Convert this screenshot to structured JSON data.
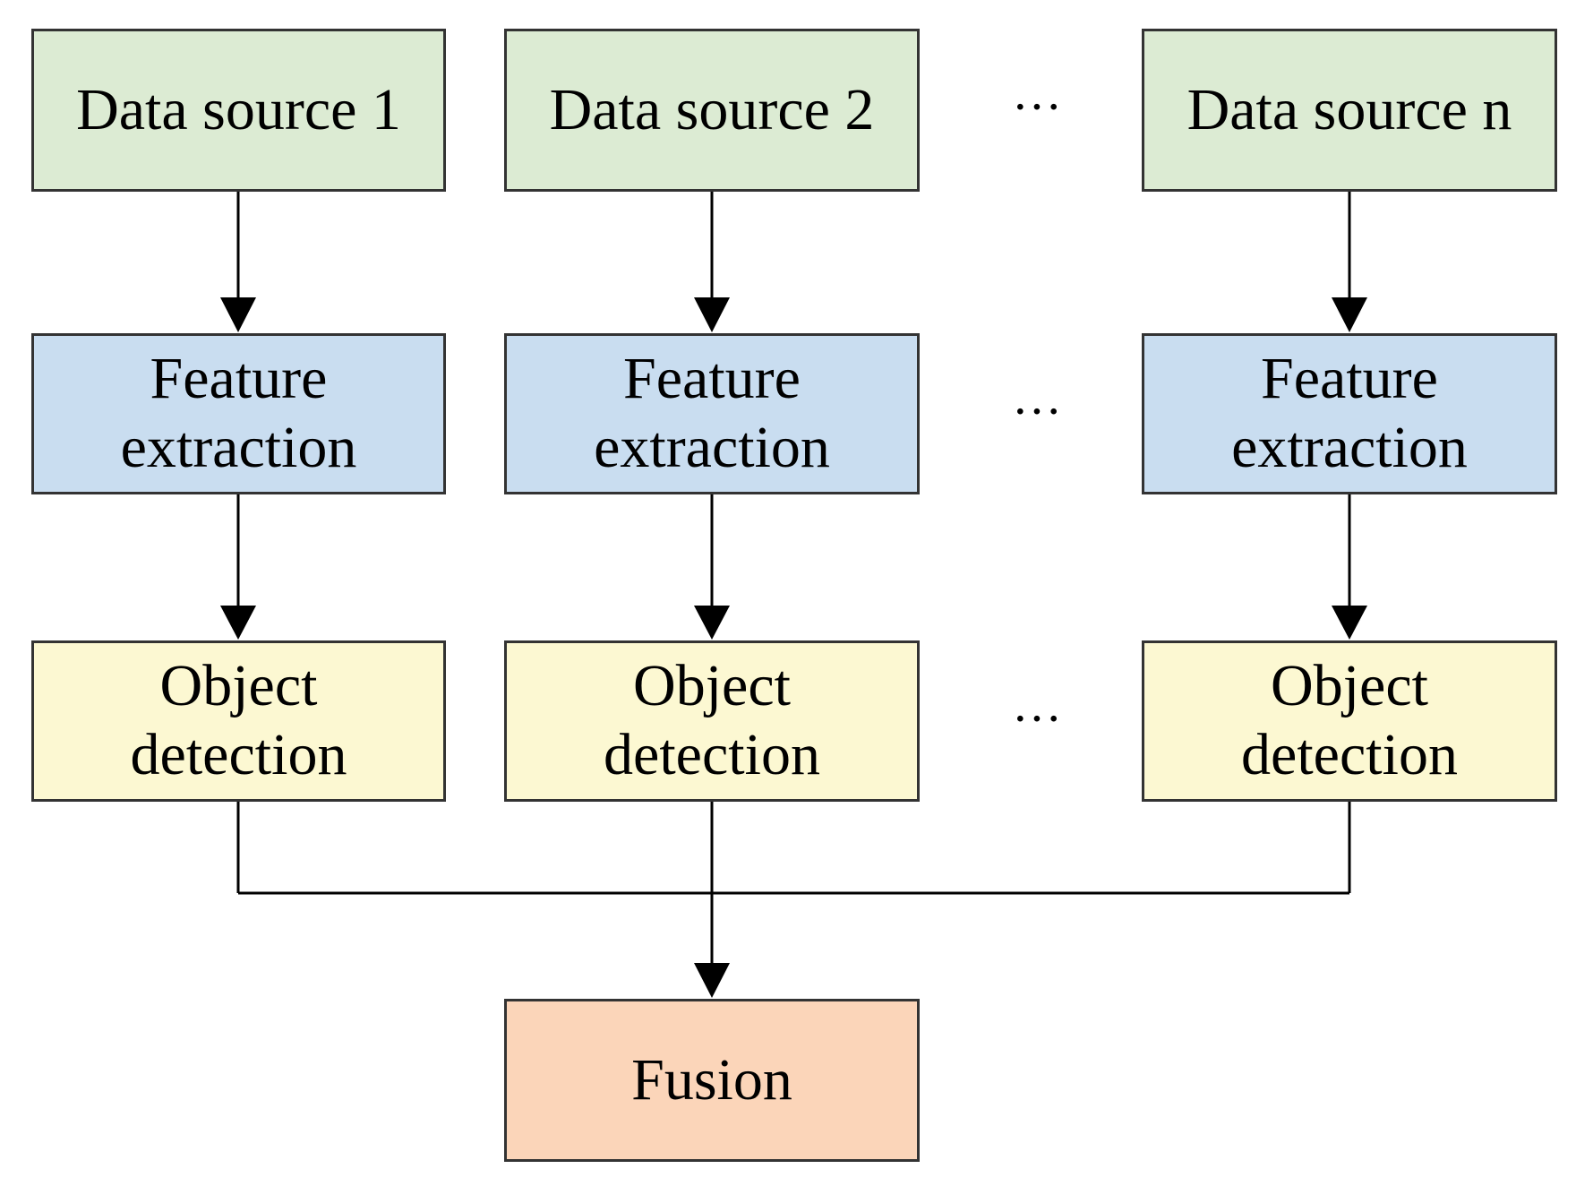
{
  "diagram": {
    "type": "flowchart",
    "colors": {
      "source": "#dcebd3",
      "feature": "#c9ddf0",
      "object": "#fcf8d2",
      "fusion": "#fbd5b9",
      "stroke": "#333333",
      "line": "#000000"
    },
    "columns": [
      {
        "source": "Data source 1",
        "feature": "Feature\nextraction",
        "object": "Object\ndetection"
      },
      {
        "source": "Data source 2",
        "feature": "Feature\nextraction",
        "object": "Object\ndetection"
      },
      {
        "source": "Data source n",
        "feature": "Feature\nextraction",
        "object": "Object\ndetection"
      }
    ],
    "ellipsis": "···",
    "fusion": "Fusion"
  }
}
